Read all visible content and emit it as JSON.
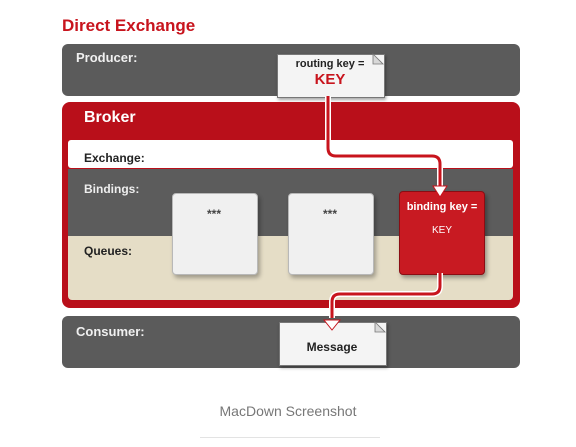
{
  "title": "Direct Exchange",
  "producer": {
    "label": "Producer:",
    "routing_key_label": "routing key =",
    "routing_key_value": "KEY"
  },
  "broker": {
    "label": "Broker",
    "exchange_label": "Exchange:",
    "bindings_label": "Bindings:",
    "queues_label": "Queues:",
    "queues": [
      {
        "text": "***"
      },
      {
        "text": "***"
      },
      {
        "text_line1": "binding key =",
        "text_line2": "KEY"
      }
    ]
  },
  "consumer": {
    "label": "Consumer:",
    "message_label": "Message"
  },
  "caption": "MacDown Screenshot",
  "colors": {
    "accent_red": "#c8141d",
    "band_gray": "#5b5b5b",
    "queue_band": "#e5ddc6"
  }
}
